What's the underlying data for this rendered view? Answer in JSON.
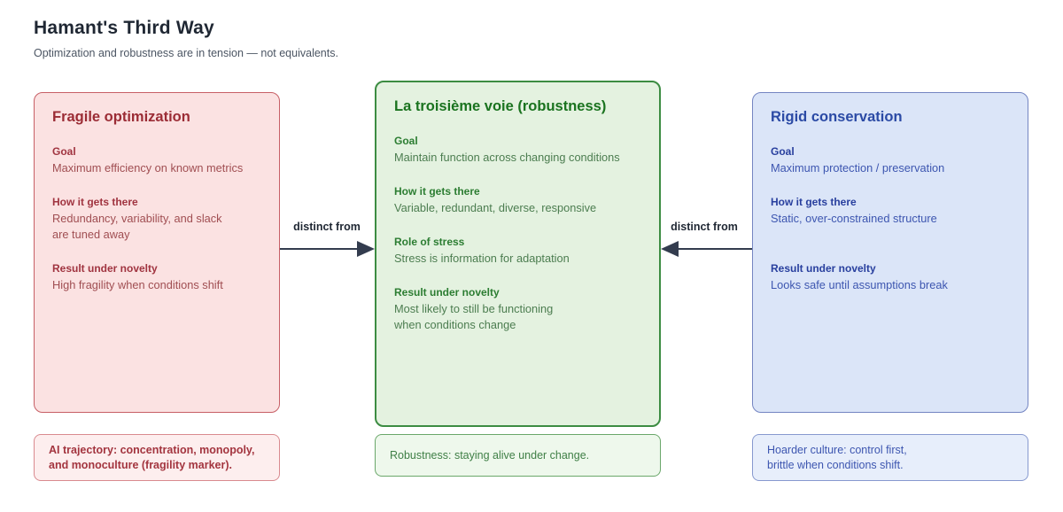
{
  "header": {
    "title": "Hamant's Third Way",
    "subtitle": "Optimization and robustness are in tension — not equivalents."
  },
  "columns": [
    {
      "id": "fragile-optimization",
      "title": "Fragile optimization",
      "sections": [
        {
          "label": "Goal",
          "text": "Maximum efficiency on known metrics"
        },
        {
          "label": "How it gets there",
          "text": "Redundancy, variability, and slack\nare tuned away"
        },
        {
          "label": "Result under novelty",
          "text": "High fragility when conditions shift"
        }
      ],
      "note": "AI trajectory: concentration, monopoly,\nand monoculture (fragility marker).",
      "colors": {
        "bg": "#fbe2e2",
        "border": "#c75f66",
        "title": "#9b2c35",
        "label": "#a03440",
        "body": "#a04e52",
        "note_bg": "#fdeeee",
        "note_border": "#d98a8f",
        "note_text": "#a3353f"
      }
    },
    {
      "id": "la-troisieme-voie",
      "title": "La troisième voie (robustness)",
      "sections": [
        {
          "label": "Goal",
          "text": "Maintain function across changing conditions"
        },
        {
          "label": "How it gets there",
          "text": "Variable, redundant, diverse, responsive"
        },
        {
          "label": "Role of stress",
          "text": "Stress is information for adaptation"
        },
        {
          "label": "Result under novelty",
          "text": "Most likely to still be functioning\nwhen conditions change"
        }
      ],
      "note": "Robustness: staying alive under change.",
      "colors": {
        "bg": "#e4f2e0",
        "border": "#3c8c42",
        "title": "#1a731f",
        "label": "#2c7d32",
        "body": "#4c7d50",
        "note_bg": "#eef8ec",
        "note_border": "#6aa76a",
        "note_text": "#3f7f46"
      }
    },
    {
      "id": "rigid-conservation",
      "title": "Rigid conservation",
      "sections": [
        {
          "label": "Goal",
          "text": "Maximum protection / preservation"
        },
        {
          "label": "How it gets there",
          "text": "Static, over-constrained structure"
        },
        {
          "label": "Result under novelty",
          "text": "Looks safe until assumptions break"
        }
      ],
      "note": "Hoarder culture: control first,\nbrittle when conditions shift.",
      "colors": {
        "bg": "#dbe5f8",
        "border": "#7485c2",
        "title": "#2b4aa5",
        "label": "#283f9e",
        "body": "#3d56b0",
        "note_bg": "#e7eefb",
        "note_border": "#8799cf",
        "note_text": "#3d56b0"
      }
    }
  ],
  "arrows": [
    {
      "label": "distinct from",
      "direction": "right",
      "color": "#333c4e"
    },
    {
      "label": "distinct from",
      "direction": "left",
      "color": "#333c4e"
    }
  ]
}
